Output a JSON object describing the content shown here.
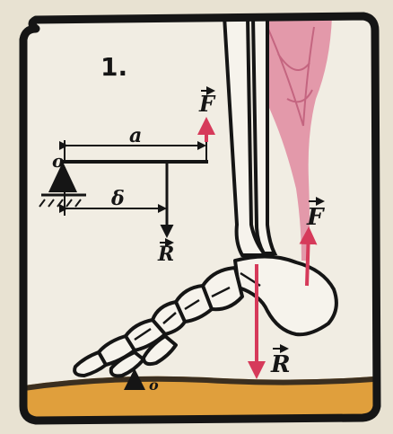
{
  "figure": {
    "number": "1.",
    "lever": {
      "pivot": "o",
      "arm_a": "a",
      "arm_b": "δ",
      "force": "F",
      "load": "R"
    },
    "foot": {
      "force": "F",
      "load": "R",
      "pivot": "o"
    }
  },
  "colors": {
    "ink": "#151515",
    "paper": "#e8e2d2",
    "frame_fill": "#f1ede3",
    "muscle": "#e08aa0",
    "arrow_red": "#d63a5a",
    "ground_orange": "#e09f3c",
    "ground_dark": "#3b2f20"
  }
}
